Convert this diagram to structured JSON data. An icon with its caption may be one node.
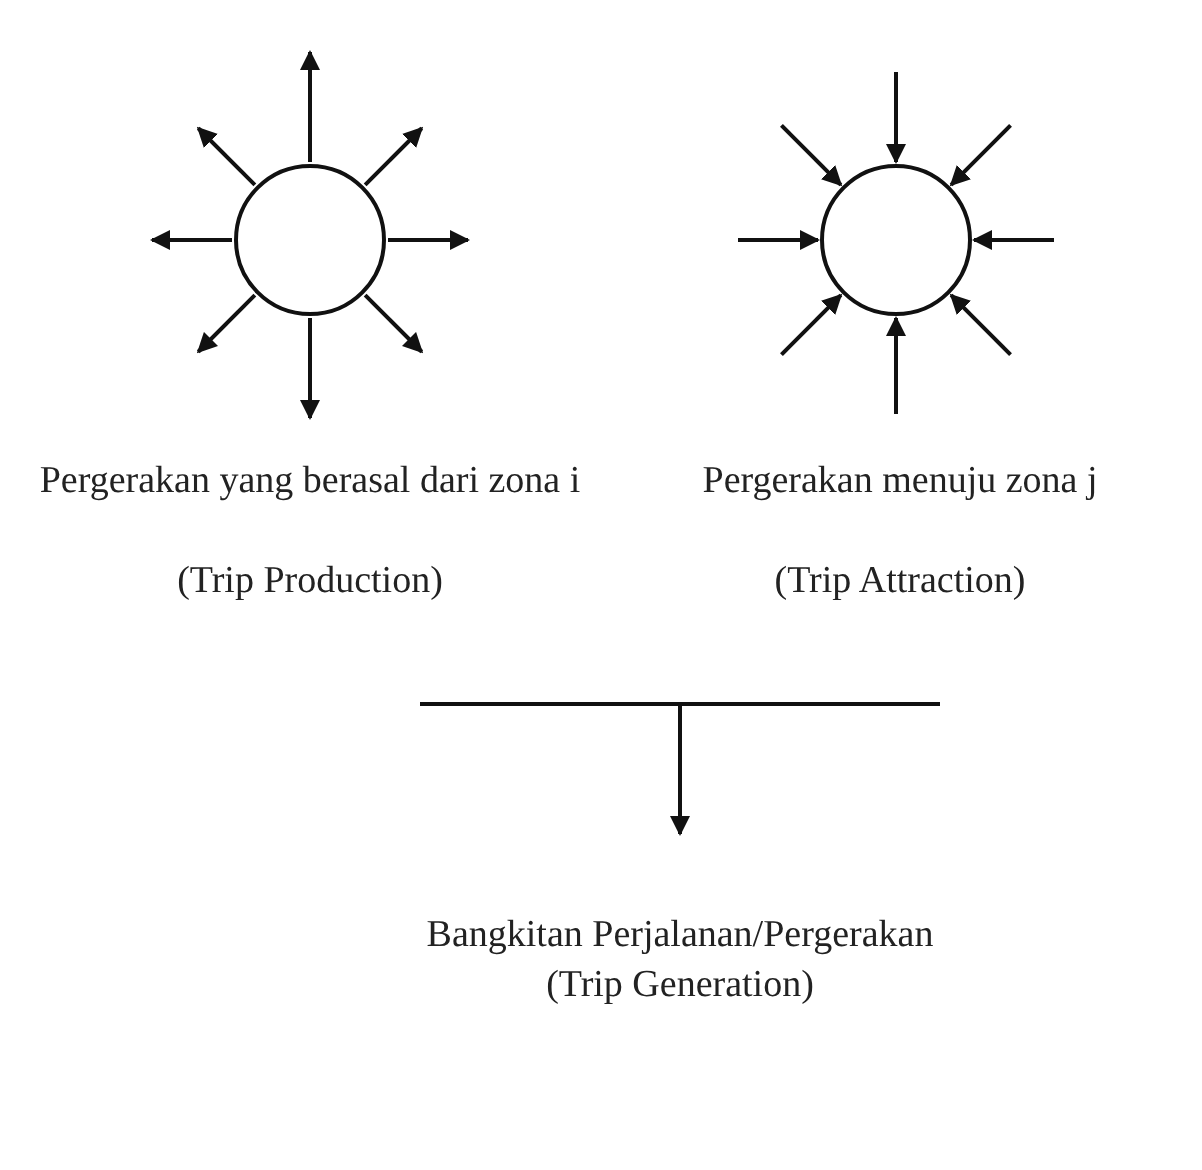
{
  "diagram": {
    "nodes": [
      {
        "text": [],
        "shape": "circle",
        "beside": [
          "Pergerakan yang berasal dari zona i",
          "(Trip Production)"
        ]
      },
      {
        "text": [],
        "shape": "circle",
        "beside": [
          "Pergerakan menuju zona j",
          "(Trip Attraction)"
        ]
      },
      {
        "text": [],
        "shape": "bar"
      },
      {
        "text": [
          "Bangkitan Perjalanan/Pergerakan",
          "(Trip Generation)"
        ]
      }
    ],
    "edges": [
      {
        "from": 0,
        "to": null,
        "arrow": "to"
      },
      {
        "from": 0,
        "to": null,
        "arrow": "to"
      },
      {
        "from": 0,
        "to": null,
        "arrow": "to"
      },
      {
        "from": 0,
        "to": null,
        "arrow": "to"
      },
      {
        "from": 0,
        "to": null,
        "arrow": "to"
      },
      {
        "from": 0,
        "to": null,
        "arrow": "to"
      },
      {
        "from": 0,
        "to": null,
        "arrow": "to"
      },
      {
        "from": 0,
        "to": null,
        "arrow": "to"
      },
      {
        "from": null,
        "to": 1,
        "arrow": "to"
      },
      {
        "from": null,
        "to": 1,
        "arrow": "to"
      },
      {
        "from": null,
        "to": 1,
        "arrow": "to"
      },
      {
        "from": null,
        "to": 1,
        "arrow": "to"
      },
      {
        "from": null,
        "to": 1,
        "arrow": "to"
      },
      {
        "from": null,
        "to": 1,
        "arrow": "to"
      },
      {
        "from": null,
        "to": 1,
        "arrow": "to"
      },
      {
        "from": null,
        "to": 1,
        "arrow": "to"
      },
      {
        "from": 2,
        "to": 3,
        "arrow": "to"
      }
    ]
  }
}
